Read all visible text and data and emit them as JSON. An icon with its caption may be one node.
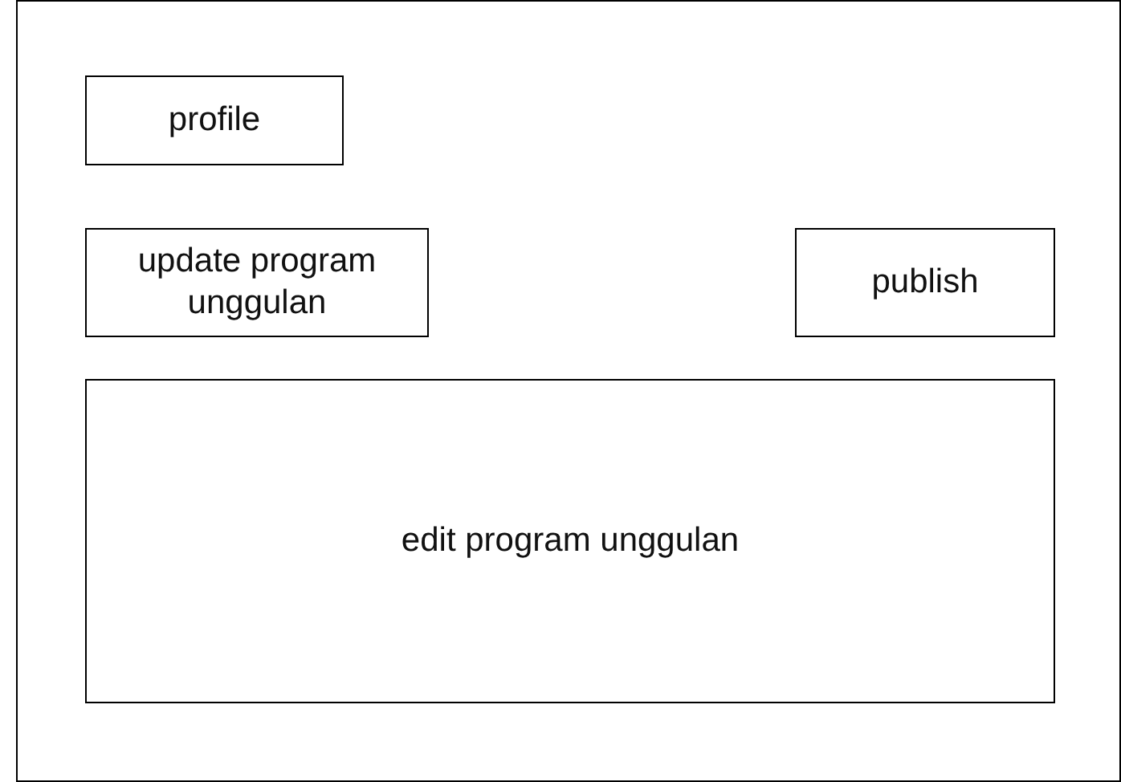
{
  "diagram": {
    "nodes": [
      {
        "text": [],
        "shape": "box"
      },
      {
        "text": [
          "profile"
        ],
        "in": 0
      },
      {
        "text": [
          "update program unggulan"
        ],
        "in": 0
      },
      {
        "text": [
          "publish"
        ],
        "in": 0
      },
      {
        "text": [
          "edit program unggulan"
        ],
        "in": 0
      }
    ]
  }
}
